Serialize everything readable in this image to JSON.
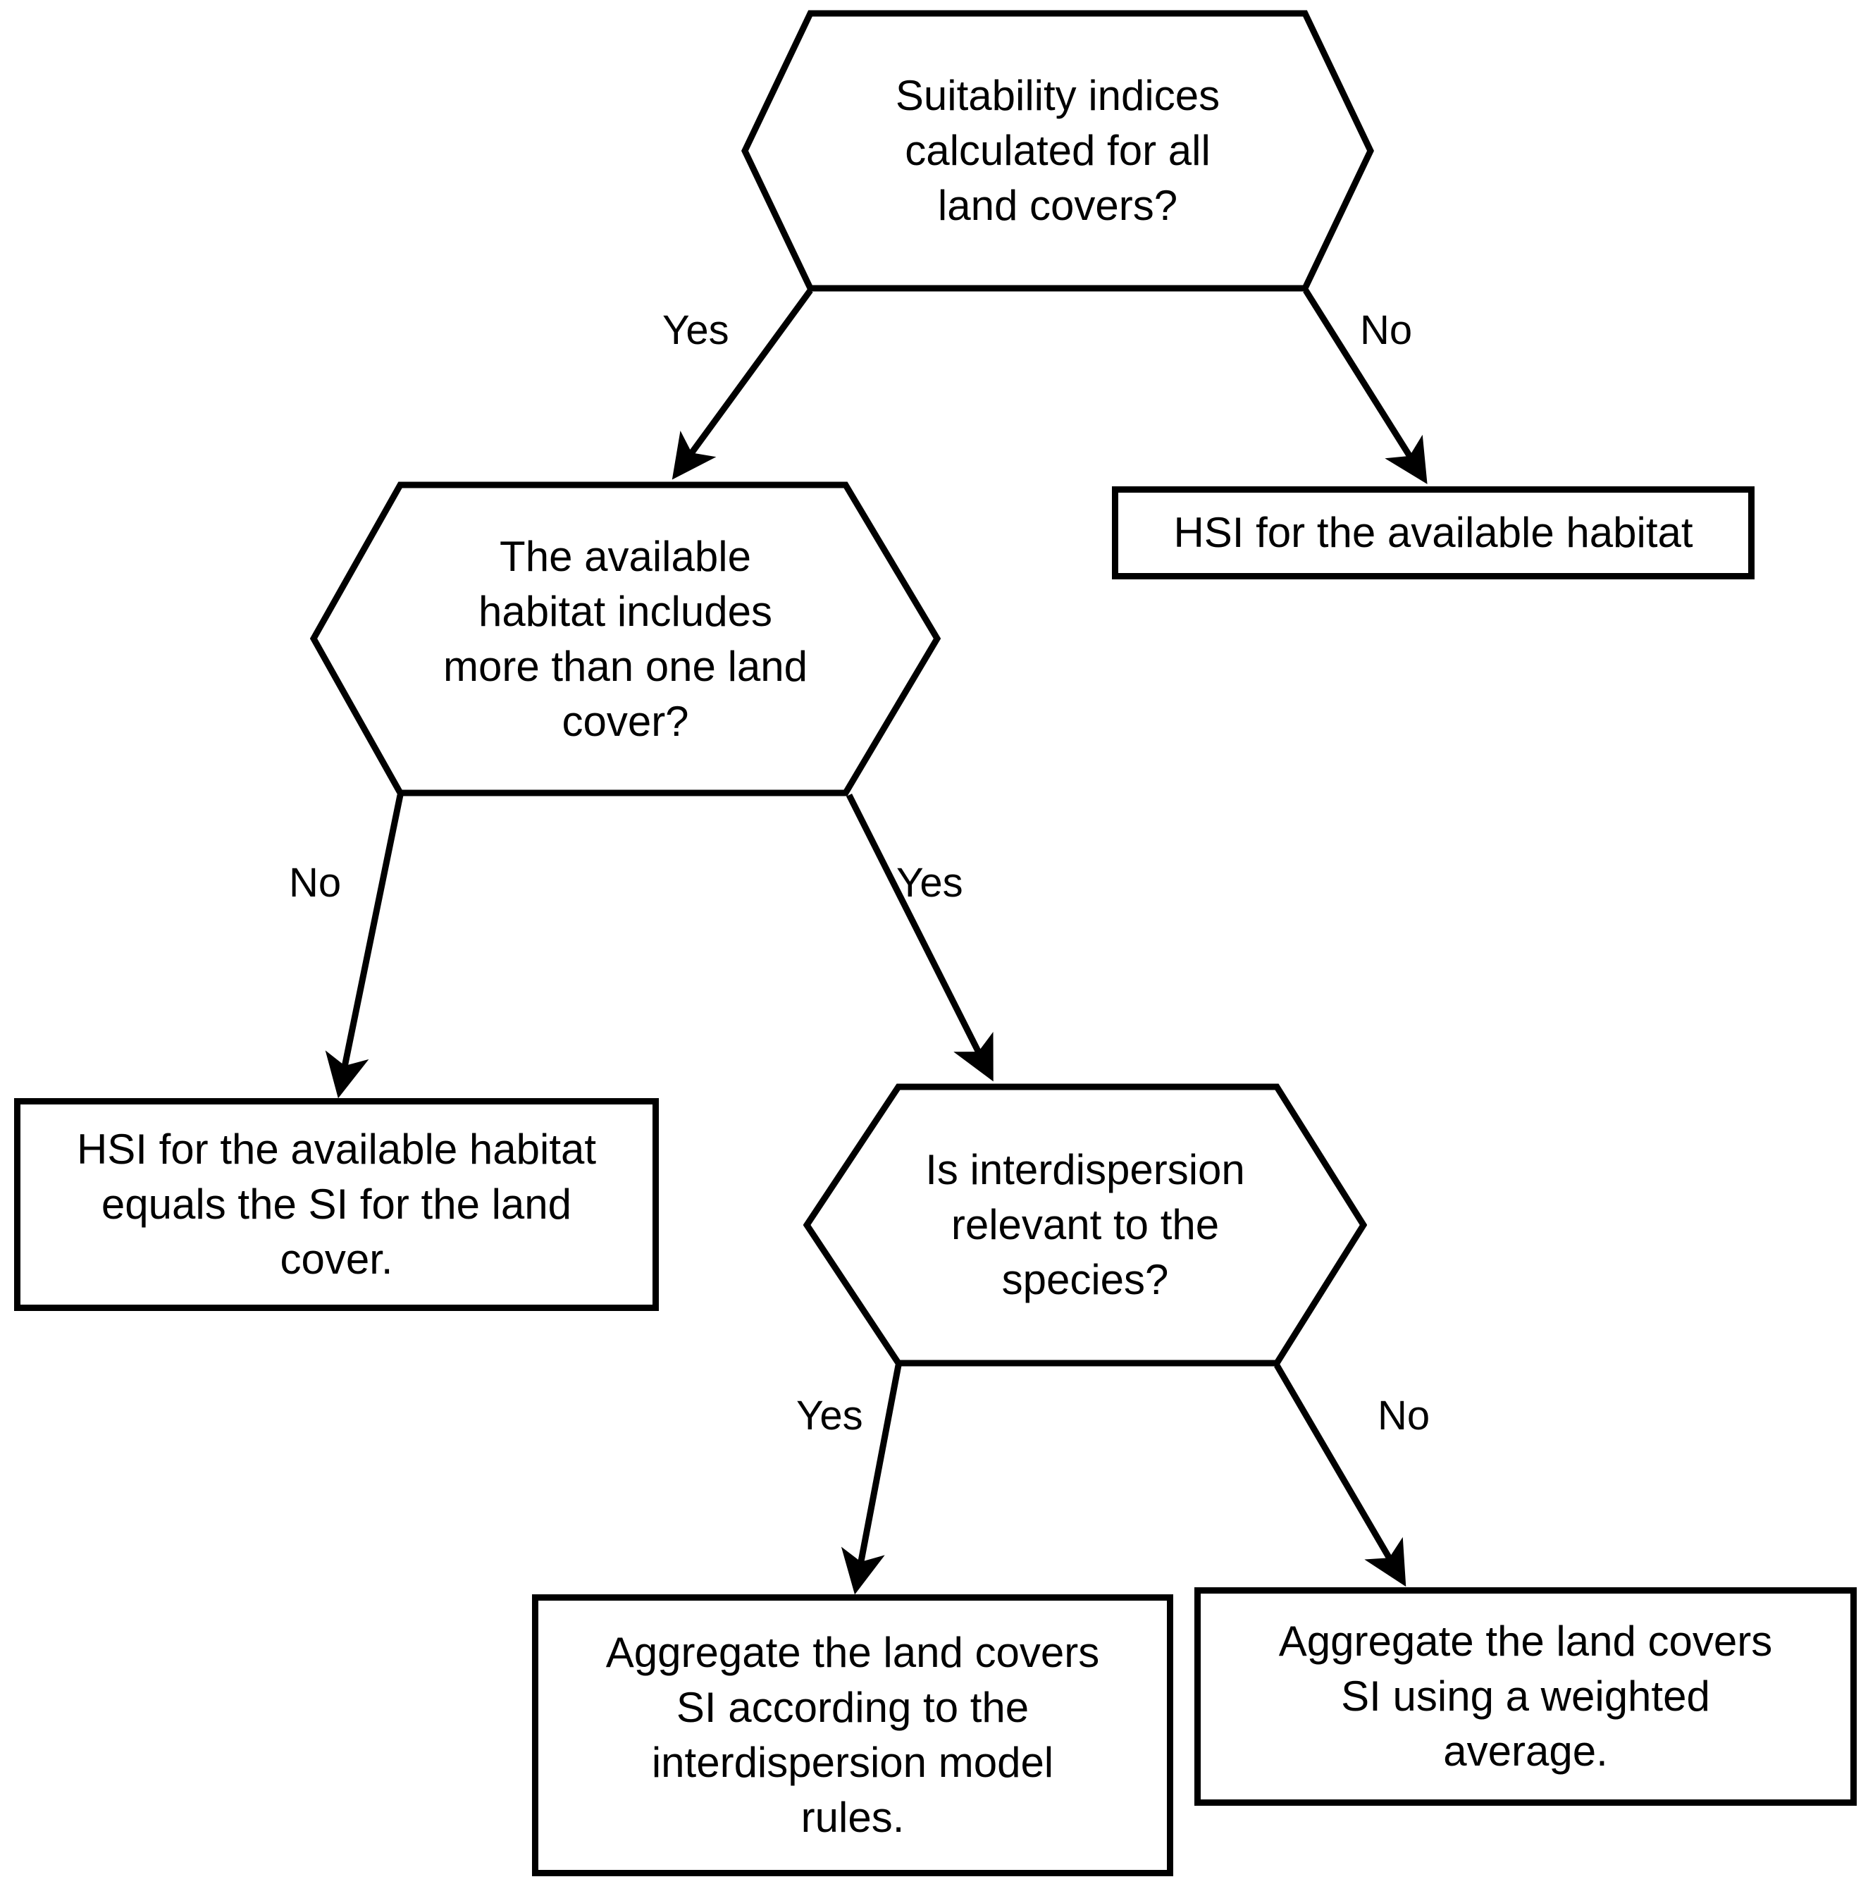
{
  "diagram": {
    "title": "Habitat Suitability Index aggregation decision flowchart",
    "colors": {
      "background": "#ffffff",
      "stroke": "#000000",
      "text": "#000000"
    },
    "nodes": [
      {
        "id": "hex-suitability",
        "shape": "hexagon",
        "text": "Suitability indices\ncalculated for all\nland covers?"
      },
      {
        "id": "box-hsi-available",
        "shape": "rectangle",
        "text": "HSI for the available habitat"
      },
      {
        "id": "hex-multicover",
        "shape": "hexagon",
        "text": "The available\nhabitat includes\nmore than one land\ncover?"
      },
      {
        "id": "box-hsi-equals",
        "shape": "rectangle",
        "text": "HSI for the available habitat\nequals the SI for the land\ncover."
      },
      {
        "id": "hex-interdisp",
        "shape": "hexagon",
        "text": "Is interdispersion\nrelevant to the\nspecies?"
      },
      {
        "id": "box-agg-interdisp",
        "shape": "rectangle",
        "text": "Aggregate the land covers\nSI according to the\ninterdispersion model\nrules."
      },
      {
        "id": "box-agg-weighted",
        "shape": "rectangle",
        "text": "Aggregate the land covers\nSI using a weighted\naverage."
      }
    ],
    "edges": [
      {
        "id": "edge-yes-1",
        "from": "hex-suitability",
        "to": "hex-multicover",
        "label": "Yes"
      },
      {
        "id": "edge-no-1",
        "from": "hex-suitability",
        "to": "box-hsi-available",
        "label": "No"
      },
      {
        "id": "edge-no-2",
        "from": "hex-multicover",
        "to": "box-hsi-equals",
        "label": "No"
      },
      {
        "id": "edge-yes-2",
        "from": "hex-multicover",
        "to": "hex-interdisp",
        "label": "Yes"
      },
      {
        "id": "edge-yes-3",
        "from": "hex-interdisp",
        "to": "box-agg-interdisp",
        "label": "Yes"
      },
      {
        "id": "edge-no-3",
        "from": "hex-interdisp",
        "to": "box-agg-weighted",
        "label": "No"
      }
    ]
  }
}
